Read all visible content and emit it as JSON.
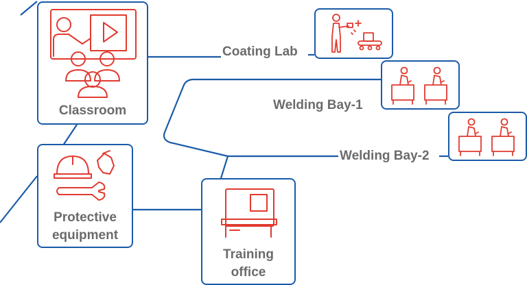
{
  "colors": {
    "line": "#1a5aa8",
    "icon": "#e03a2f",
    "label": "#6b6b6b",
    "background": "#ffffff"
  },
  "nodes": {
    "classroom": {
      "label": "Classroom",
      "icon": "presentation-classroom-icon"
    },
    "protective_equipment": {
      "label_line1": "Protective",
      "label_line2": "equipment",
      "icon": "hardhat-gloves-wrench-icon"
    },
    "training_office": {
      "label_line1": "Training",
      "label_line2": "office",
      "icon": "desk-whiteboard-icon"
    },
    "coating_lab": {
      "label": "Coating Lab",
      "icon": "worker-spray-gun-conveyor-icon"
    },
    "welding_bay_1": {
      "label": "Welding Bay-1",
      "icon": "welders-at-benches-icon"
    },
    "welding_bay_2": {
      "label": "Welding Bay-2",
      "icon": "welders-at-benches-icon"
    }
  }
}
